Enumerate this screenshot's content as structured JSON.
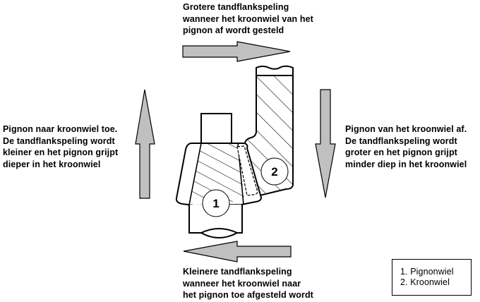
{
  "title": "Pignon en kroonwiel afstelling",
  "colors": {
    "arrow_fill": "#c0c0c0",
    "stroke": "#000000",
    "background": "#ffffff"
  },
  "annotations": {
    "top": {
      "direction": "right",
      "lines": [
        "Grotere tandflankspeling",
        "wanneer het kroonwiel van het",
        "pignon af wordt gesteld"
      ]
    },
    "left": {
      "direction": "up",
      "lines": [
        "Pignon naar kroonwiel toe.",
        "De tandflankspeling wordt",
        "kleiner en het pignon grijpt",
        "dieper in het kroonwiel"
      ]
    },
    "right": {
      "direction": "down",
      "lines": [
        "Pignon van het kroonwiel af.",
        "De tandflankspeling wordt",
        "groter en het pignon grijpt",
        "minder diep in het kroonwiel"
      ]
    },
    "bottom": {
      "direction": "left",
      "lines": [
        "Kleinere tandflankspeling",
        "wanneer het kroonwiel naar",
        "het pignon toe afgesteld wordt"
      ]
    }
  },
  "parts": [
    {
      "number": "1",
      "name": "Pignonwiel"
    },
    {
      "number": "2",
      "name": "Kroonwiel"
    }
  ],
  "legend": {
    "items": [
      "1. Pignonwiel",
      "2. Kroonwiel"
    ]
  }
}
